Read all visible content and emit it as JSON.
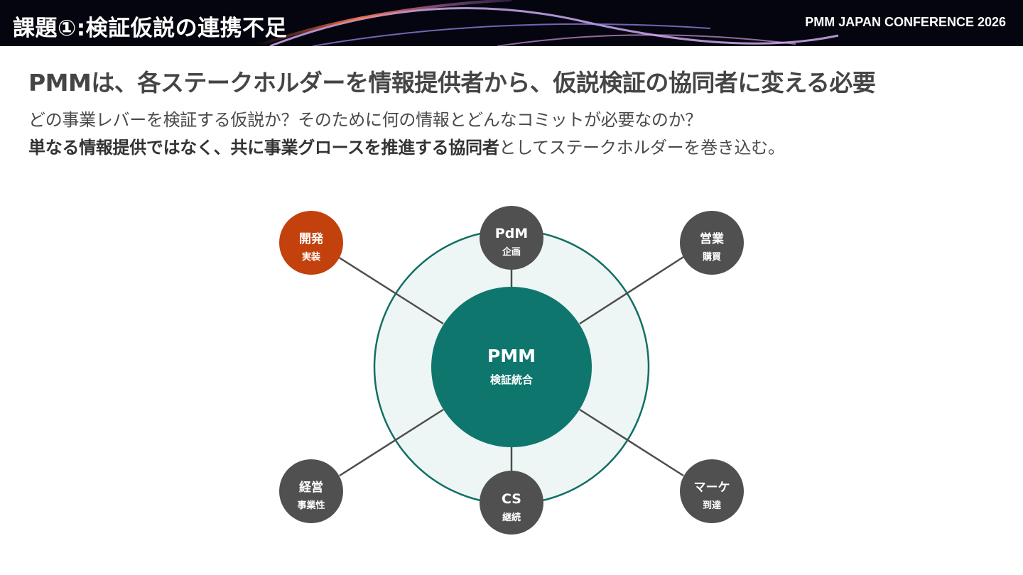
{
  "header": {
    "title": "課題①:検証仮説の連携不足",
    "conference": "PMM JAPAN CONFERENCE 2026"
  },
  "headline": "PMMは、各ステークホルダーを情報提供者から、仮説検証の協同者に変える必要",
  "subtext": {
    "line1": "どの事業レバーを検証する仮説か？そのために何の情報とどんなコミットが必要なのか？",
    "line2_bold": "単なる情報提供ではなく、共に事業グロースを推進する協同者",
    "line2_rest": "としてステークホルダーを巻き込む。"
  },
  "diagram": {
    "center": {
      "title": "PMM",
      "subtitle": "検証統合"
    },
    "nodes": [
      {
        "id": "pdm",
        "title": "PdM",
        "subtitle": "企画",
        "highlight": false
      },
      {
        "id": "dev",
        "title": "開発",
        "subtitle": "実装",
        "highlight": true
      },
      {
        "id": "sales",
        "title": "営業",
        "subtitle": "購買",
        "highlight": false
      },
      {
        "id": "mgmt",
        "title": "経営",
        "subtitle": "事業性",
        "highlight": false
      },
      {
        "id": "cs",
        "title": "CS",
        "subtitle": "継続",
        "highlight": false
      },
      {
        "id": "mkt",
        "title": "マーケ",
        "subtitle": "到達",
        "highlight": false
      }
    ]
  },
  "colors": {
    "center": "#0f766e",
    "ring_fill": "#eef5f5",
    "ring_stroke": "#116f64",
    "node": "#505050",
    "highlight": "#c2410c",
    "connector": "#4d4d4d"
  }
}
